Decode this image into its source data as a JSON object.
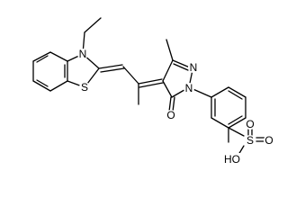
{
  "molecule": {
    "atoms": {
      "N3": "N",
      "S1": "S",
      "N2": "N",
      "N1": "N",
      "O5": "O",
      "S_sulfo": "S",
      "O_top": "O",
      "O_right": "O",
      "HO": "HO"
    }
  }
}
